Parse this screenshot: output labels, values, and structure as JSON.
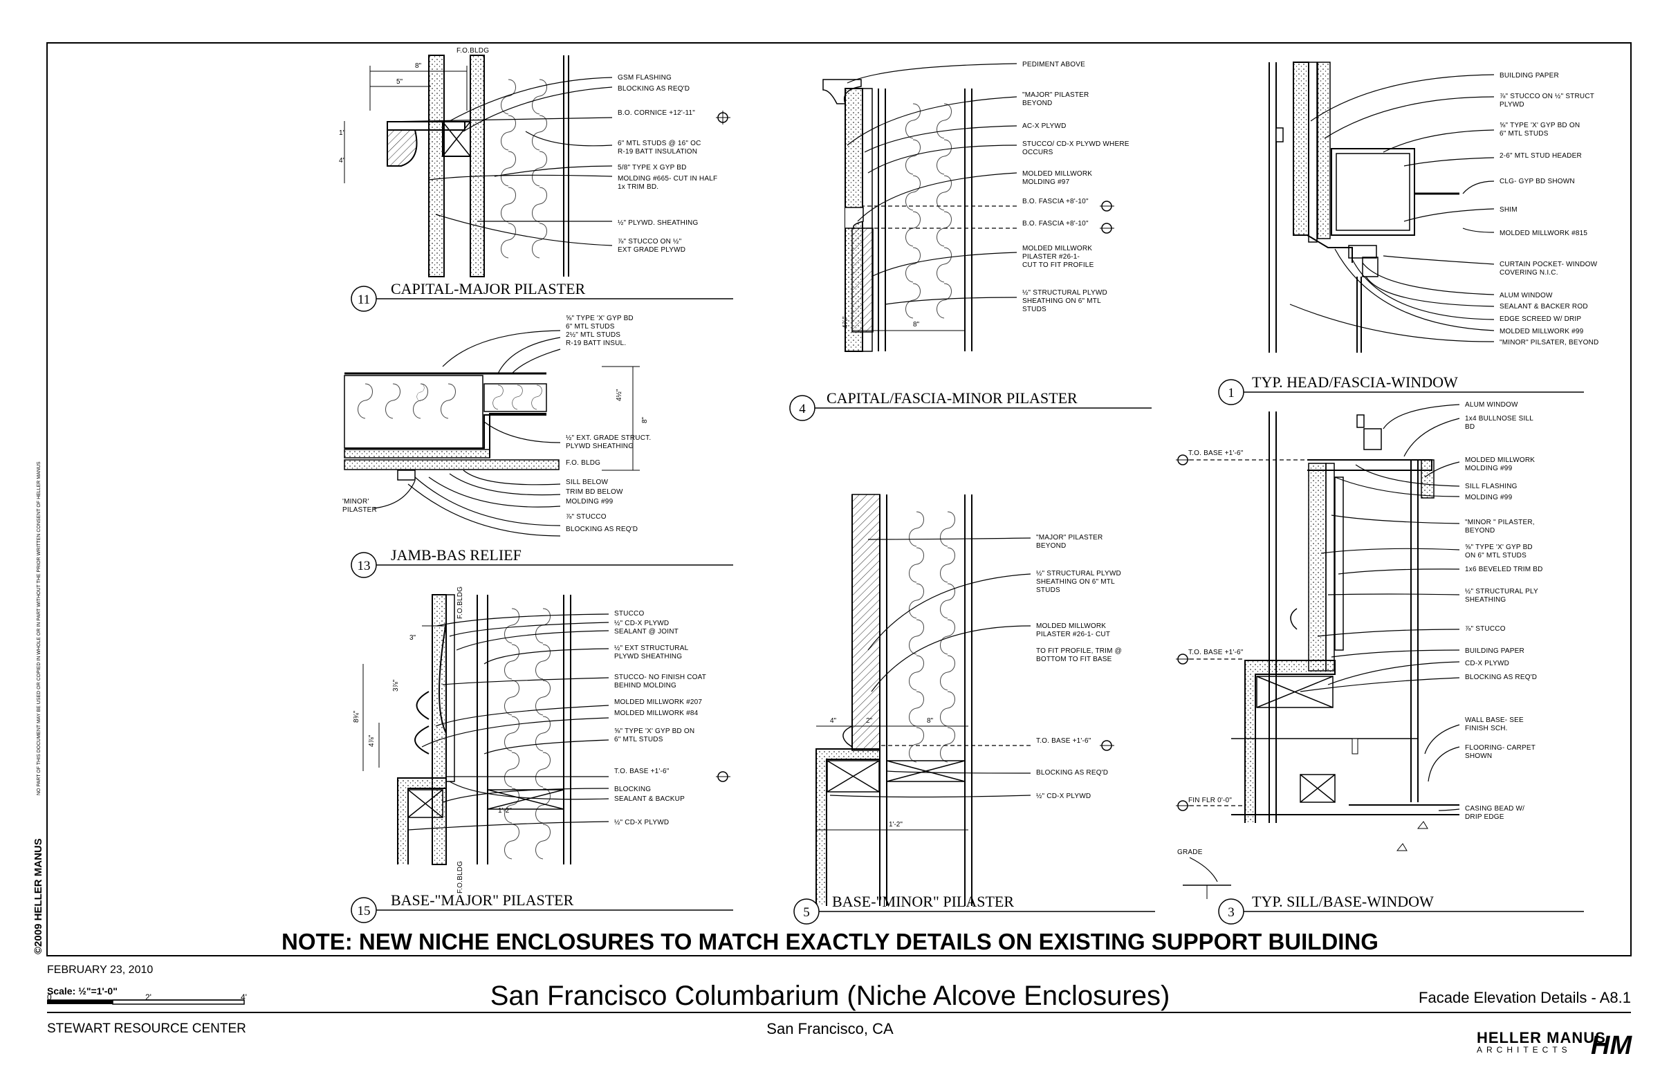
{
  "copyright_vertical": "©2009 HELLER MANUS",
  "notice_vertical": "NO PART OF THIS DOCUMENT MAY BE USED OR COPIED IN WHOLE OR IN PART WITHOUT THE PRIOR WRITTEN CONSENT OF HELLER MANUS",
  "note": "NOTE: NEW NICHE ENCLOSURES TO MATCH EXACTLY DETAILS ON EXISTING SUPPORT BUILDING",
  "title_block": {
    "date": "FEBRUARY 23, 2010",
    "scale": "Scale: ½\"=1'-0\"",
    "scale_ticks": [
      "0",
      "2'",
      "4'"
    ],
    "project_title": "San Francisco Columbarium (Niche Alcove Enclosures)",
    "location": "San Francisco, CA",
    "client": "STEWART RESOURCE CENTER",
    "sheet": "Facade Elevation Details - A8.1",
    "firm": "HELLER MANUS",
    "firm_sub": "ARCHITECTS",
    "logo": "HM"
  },
  "details": [
    {
      "number": "11",
      "title": "CAPITAL-MAJOR PILASTER",
      "labels": [
        "F.O.BLDG",
        "GSM FLASHING",
        "BLOCKING AS REQ'D",
        "B.O. CORNICE +12'-11\"",
        "6\" MTL STUDS @ 16\" OC",
        "R-19 BATT INSULATION",
        "5/8\" TYPE X GYP BD",
        "MOLDING #665- CUT IN HALF",
        "1x TRIM BD.",
        "½\" PLYWD. SHEATHING",
        "⅞\" STUCCO ON ½\"",
        "EXT GRADE PLYWD"
      ],
      "dims": [
        "8\"",
        "5\"",
        "1\"",
        "4\""
      ]
    },
    {
      "number": "13",
      "title": "JAMB-BAS RELIEF",
      "labels": [
        "⅝\" TYPE 'X' GYP BD",
        "6\" MTL STUDS",
        "2½\" MTL STUDS",
        "R-19 BATT INSUL.",
        "½\" EXT. GRADE STRUCT.",
        "PLYWD SHEATHING",
        "F.O. BLDG",
        "SILL BELOW",
        "TRIM BD BELOW",
        "MOLDING #99",
        "⅞\" STUCCO",
        "BLOCKING AS REQ'D",
        "'MINOR'",
        "PILASTER"
      ],
      "dims": [
        "4½\"",
        "8\""
      ]
    },
    {
      "number": "15",
      "title": "BASE-\"MAJOR\" PILASTER",
      "labels": [
        "F.O.BLDG",
        "STUCCO",
        "½\" CD-X PLYWD",
        "SEALANT @ JOINT",
        "½\" EXT STRUCTURAL",
        "PLYWD SHEATHING",
        "STUCCO- NO FINISH COAT",
        "BEHIND MOLDING",
        "MOLDED MILLWORK #207",
        "MOLDED MILLWORK #84",
        "⅝\" TYPE 'X' GYP BD ON",
        "6\" MTL STUDS",
        "T.O. BASE +1'-6\"",
        "BLOCKING",
        "SEALANT & BACKUP",
        "½\" CD-X PLYWD",
        "F.O.BLDG"
      ],
      "dims": [
        "3\"",
        "3⅞\"",
        "8¾\"",
        "4⅞\"",
        "1'-2\""
      ]
    },
    {
      "number": "4",
      "title": "CAPITAL/FASCIA-MINOR PILASTER",
      "labels": [
        "PEDIMENT ABOVE",
        "\"MAJOR\" PILASTER",
        "BEYOND",
        "AC-X PLYWD",
        "STUCCO/ CD-X PLYWD WHERE",
        "OCCURS",
        "MOLDED MILLWORK",
        "MOLDING #97",
        "B.O. FASCIA +8'-10\"",
        "B.O. FASCIA +8'-10\"",
        "MOLDED MILLWORK",
        "PILASTER #26-1-",
        "CUT TO FIT PROFILE",
        "½\" STRUCTURAL PLYWD",
        "SHEATHING ON 6\" MTL",
        "STUDS"
      ],
      "dims": [
        "8\"",
        "4⅞\""
      ]
    },
    {
      "number": "5",
      "title": "BASE-\"MINOR\" PILASTER",
      "labels": [
        "\"MAJOR\" PILASTER",
        "BEYOND",
        "½\" STRUCTURAL PLYWD",
        "SHEATHING ON 6\" MTL",
        "STUDS",
        "MOLDED MILLWORK",
        "PILASTER #26-1- CUT",
        "TO FIT PROFILE, TRIM @",
        "BOTTOM TO FIT BASE",
        "T.O. BASE +1'-6\"",
        "BLOCKING AS REQ'D",
        "½\" CD-X PLYWD"
      ],
      "dims": [
        "4\"",
        "2\"",
        "8\"",
        "1'-2\""
      ]
    },
    {
      "number": "1",
      "title": "TYP. HEAD/FASCIA-WINDOW",
      "labels": [
        "BUILDING PAPER",
        "⅞\" STUCCO ON ½\" STRUCT",
        "PLYWD",
        "⅝\" TYPE 'X' GYP BD ON",
        "6\" MTL STUDS",
        "2-6\" MTL STUD HEADER",
        "CLG- GYP BD SHOWN",
        "SHIM",
        "MOLDED MILLWORK #815",
        "CURTAIN POCKET- WINDOW",
        "COVERING N.I.C.",
        "ALUM WINDOW",
        "SEALANT & BACKER ROD",
        "EDGE SCREED W/ DRIP",
        "MOLDED MILLWORK #99",
        "\"MINOR\" PILSATER, BEYOND"
      ]
    },
    {
      "number": "3",
      "title": "TYP. SILL/BASE-WINDOW",
      "labels": [
        "ALUM WINDOW",
        "1x4 BULLNOSE SILL",
        "BD",
        "T.O. BASE +1'-6\"",
        "MOLDED MILLWORK",
        "MOLDING #99",
        "SILL FLASHING",
        "MOLDING #99",
        "\"MINOR \" PILASTER,",
        "BEYOND",
        "⅝\" TYPE 'X' GYP BD",
        "ON 6\" MTL STUDS",
        "1x6 BEVELED TRIM BD",
        "½\" STRUCTURAL PLY",
        "SHEATHING",
        "⅞\" STUCCO",
        "T.O. BASE +1'-6\"",
        "BUILDING PAPER",
        "CD-X PLYWD",
        "BLOCKING AS REQ'D",
        "WALL BASE- SEE",
        "FINISH SCH.",
        "FLOORING- CARPET",
        "SHOWN",
        "FIN FLR 0'-0\"",
        "CASING BEAD W/",
        "DRIP EDGE",
        "GRADE"
      ]
    }
  ]
}
